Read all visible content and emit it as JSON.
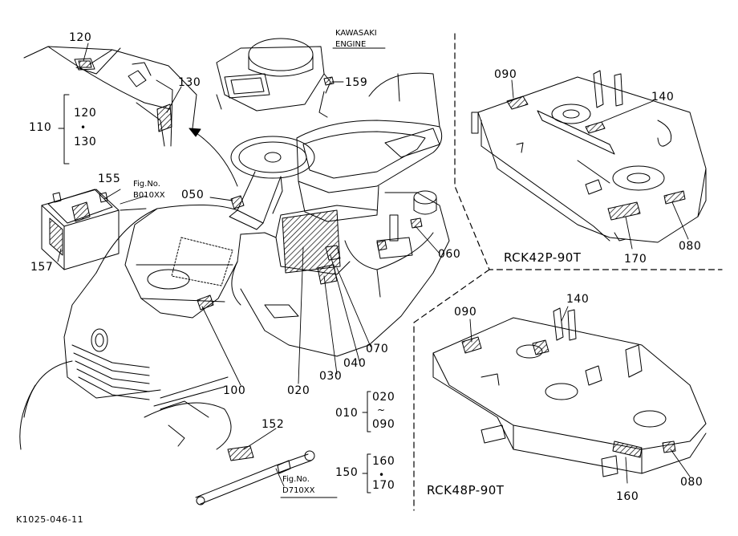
{
  "diagram_code": "K1025-046-11",
  "labels": {
    "p010": "010",
    "p020": "020",
    "p020b": "020",
    "p030": "030",
    "p040": "040",
    "p050": "050",
    "p060": "060",
    "p070": "070",
    "p080a": "080",
    "p080b": "080",
    "p090a": "090",
    "p090b": "090",
    "p090c": "090",
    "p100": "100",
    "p110": "110",
    "p120a": "120",
    "p120b": "120",
    "p130a": "130",
    "p130b": "130",
    "p140a": "140",
    "p140b": "140",
    "p150": "150",
    "p152": "152",
    "p155": "155",
    "p157": "157",
    "p159": "159",
    "p160a": "160",
    "p160b": "160",
    "p170a": "170",
    "p170b": "170"
  },
  "engine": {
    "line1": "KAWASAKI",
    "line2": "ENGINE"
  },
  "figrefs": {
    "battery": {
      "line1": "Fig.No.",
      "line2": "B010XX"
    },
    "link": {
      "line1": "Fig.No.",
      "line2": "D710XX"
    }
  },
  "models": {
    "deck42": "RCK42P-90T",
    "deck48": "RCK48P-90T"
  },
  "symbols": {
    "dot": "•",
    "tilde": "~"
  }
}
